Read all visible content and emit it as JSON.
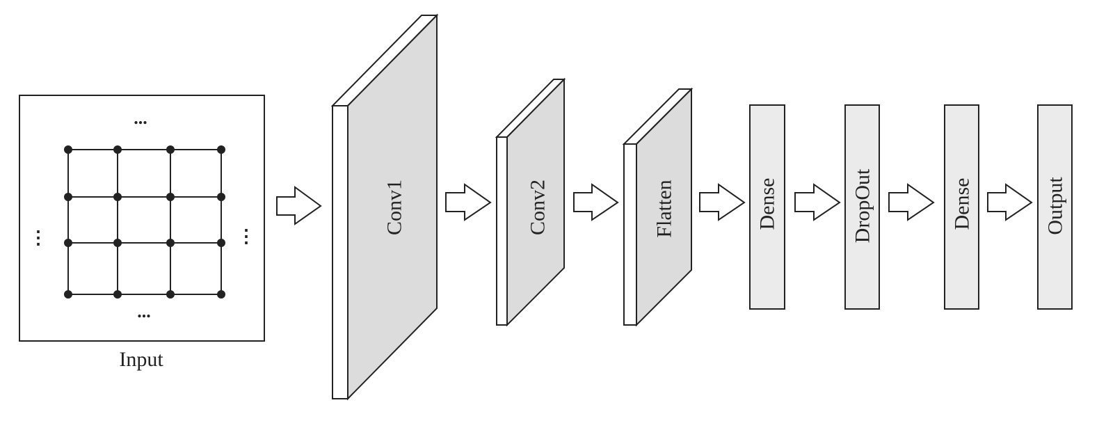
{
  "diagram": {
    "input": {
      "label": "Input",
      "ellipsis_h": "...",
      "ellipsis_v": "⋮"
    },
    "layers": [
      {
        "label": "Conv1",
        "kind": "3d"
      },
      {
        "label": "Conv2",
        "kind": "3d"
      },
      {
        "label": "Flatten",
        "kind": "3d"
      },
      {
        "label": "Dense",
        "kind": "flat"
      },
      {
        "label": "DropOut",
        "kind": "flat"
      },
      {
        "label": "Dense",
        "kind": "flat"
      },
      {
        "label": "Output",
        "kind": "flat"
      }
    ],
    "colors": {
      "stroke": "#222222",
      "face": "#dcdcdc",
      "flat_face": "#ebebeb",
      "node": "#222222"
    }
  }
}
